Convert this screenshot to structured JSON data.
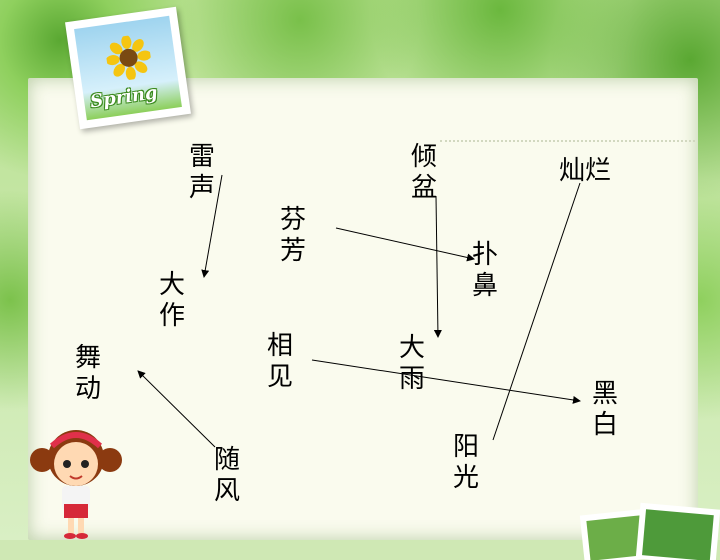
{
  "slide": {
    "photo_caption": "Spring",
    "words": {
      "lei_sheng": "雷声",
      "qing_pen": "倾盆",
      "can_lan": "灿烂",
      "fen_fang": "芬芳",
      "pu_bi": "扑鼻",
      "da_zuo": "大作",
      "wu_dong": "舞动",
      "xiang_jian": "相见",
      "da_yu": "大雨",
      "hei_bai": "黑白",
      "sui_feng": "随风",
      "yang_guang": "阳光"
    }
  },
  "colors": {
    "border_green": "#8fd05e",
    "panel": "#fafbee",
    "line": "#000000"
  }
}
